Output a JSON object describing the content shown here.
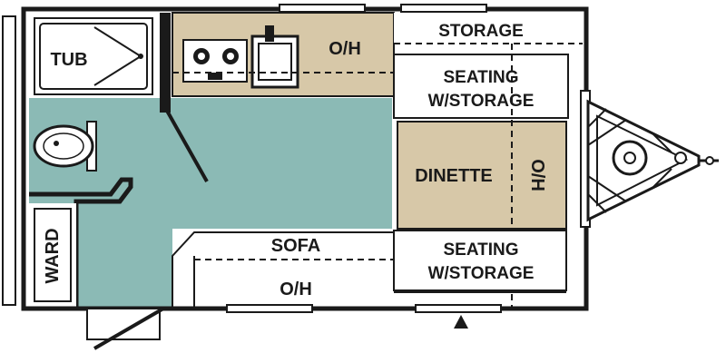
{
  "labels": {
    "tub": "TUB",
    "storage": "STORAGE",
    "overhead_galley": "O/H",
    "seating_front_1": "SEATING",
    "seating_front_2": "W/STORAGE",
    "dinette": "DINETTE",
    "dinette_overhead": "O/H",
    "sofa": "SOFA",
    "sofa_overhead": "O/H",
    "seating_rear_1": "SEATING",
    "seating_rear_2": "W/STORAGE",
    "wardrobe": "WARD"
  },
  "colors": {
    "floor": "#8bbab5",
    "galley_counter": "#d7c8a8",
    "dinette": "#d7c8a8",
    "furniture": "#ffffff",
    "walls": "#1a1a1a"
  }
}
